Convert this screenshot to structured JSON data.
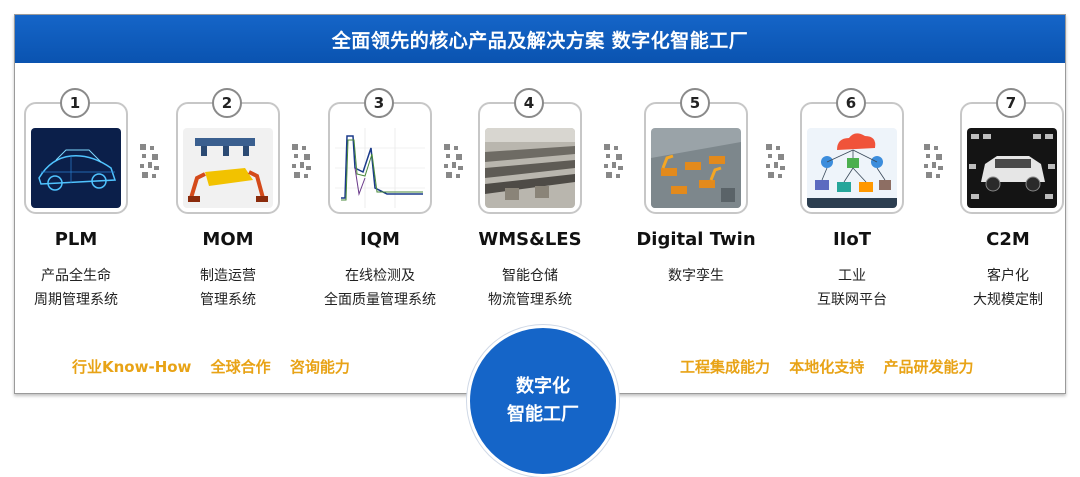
{
  "header": {
    "title": "全面领先的核心产品及解决方案 数字化智能工厂"
  },
  "steps": [
    {
      "num": "1",
      "name": "PLM",
      "desc1": "产品全生命",
      "desc2": "周期管理系统"
    },
    {
      "num": "2",
      "name": "MOM",
      "desc1": "制造运营",
      "desc2": "管理系统"
    },
    {
      "num": "3",
      "name": "IQM",
      "desc1": "在线检测及",
      "desc2": "全面质量管理系统"
    },
    {
      "num": "4",
      "name": "WMS&LES",
      "desc1": "智能仓储",
      "desc2": "物流管理系统"
    },
    {
      "num": "5",
      "name": "Digital Twin",
      "desc1": "数字孪生",
      "desc2": ""
    },
    {
      "num": "6",
      "name": "IIoT",
      "desc1": "工业",
      "desc2": "互联网平台"
    },
    {
      "num": "7",
      "name": "C2M",
      "desc1": "客户化",
      "desc2": "大规模定制"
    }
  ],
  "left_tags": [
    "行业Know-How",
    "全球合作",
    "咨询能力"
  ],
  "right_tags": [
    "工程集成能力",
    "本地化支持",
    "产品研发能力"
  ],
  "center": {
    "line1": "数字化",
    "line2": "智能工厂"
  },
  "colors": {
    "brand_blue": "#1565c8",
    "accent_orange": "#e8a316"
  }
}
